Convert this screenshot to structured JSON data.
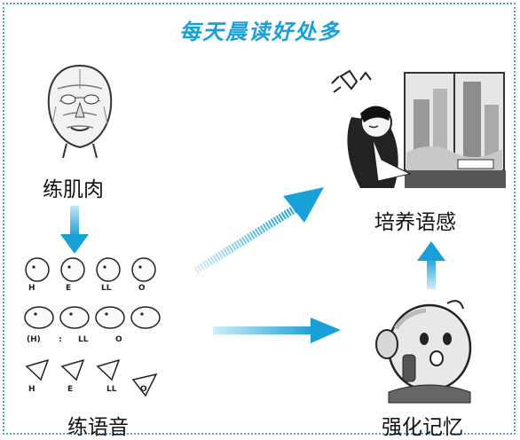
{
  "title": "每天晨读好处多",
  "nodes": {
    "muscle": "练肌肉",
    "pronunciation": "练语音",
    "cultivation": "培养语感",
    "memory": "强化记忆"
  },
  "phonetics": {
    "row1": [
      "H",
      "E",
      "LL",
      "O"
    ],
    "row2": [
      "(H)",
      ":",
      "LL",
      "O"
    ],
    "row3": [
      "H",
      "E",
      "LL",
      "O"
    ]
  },
  "colors": {
    "accent": "#1aa0d8",
    "frame": "#4aa9c9"
  }
}
